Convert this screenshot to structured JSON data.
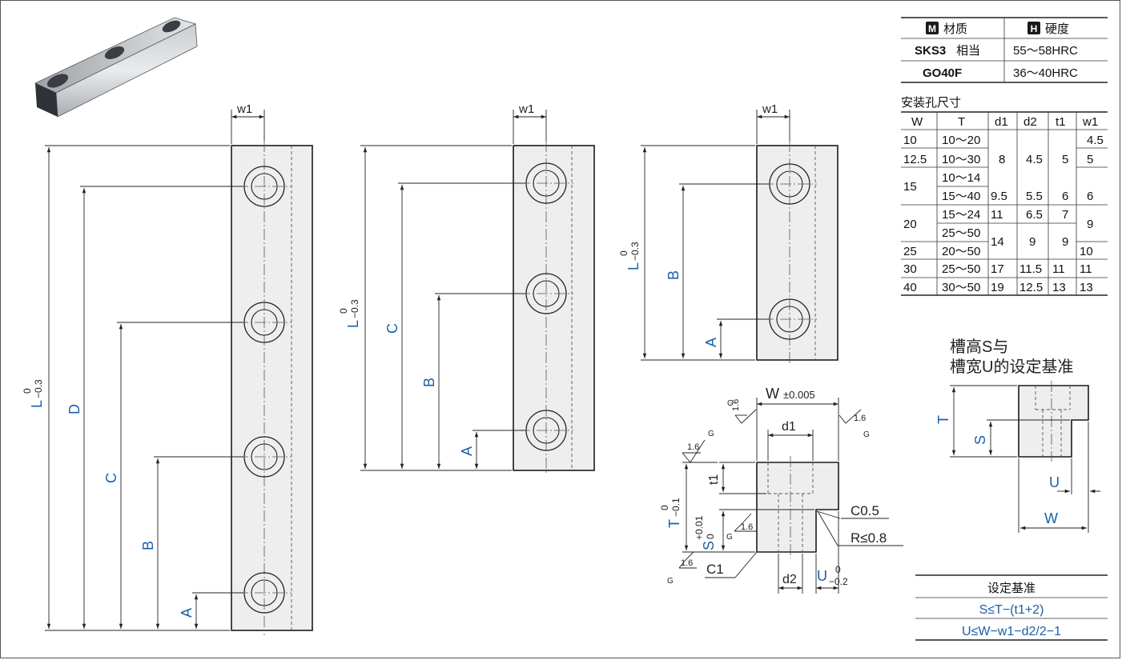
{
  "labels": {
    "w1": "w1",
    "L": "L",
    "tol_upper": "0",
    "tol_lower": "−0.3",
    "A": "A",
    "B": "B",
    "C": "C",
    "D": "D",
    "W_label": "W",
    "W_tol": "±0.005",
    "d1": "d1",
    "d2": "d2",
    "t1": "t1",
    "T": "T",
    "T_tol_upper": "0",
    "T_tol_lower": "−0.1",
    "S": "S",
    "S_tol_upper": "+0.01",
    "S_tol_lower": "0",
    "U": "U",
    "U_tol_upper": "0",
    "U_tol_lower": "−0.2",
    "C05": "C0.5",
    "R08": "R≤0.8",
    "C1": "C1",
    "G": "G",
    "roughness": "1.6"
  },
  "material_table": {
    "headers": [
      {
        "badge": "M",
        "text": "材质"
      },
      {
        "badge": "H",
        "text": "硬度"
      }
    ],
    "rows": [
      {
        "material_bold": "SKS3",
        "material_suffix": "相当",
        "hardness": "55～58HRC"
      },
      {
        "material_bold": "GO40F",
        "material_suffix": "",
        "hardness": "36～40HRC"
      }
    ]
  },
  "hole_table": {
    "title": "安装孔尺寸",
    "headers": [
      "W",
      "T",
      "d1",
      "d2",
      "t1",
      "w1"
    ],
    "W_values": [
      "10",
      "12.5",
      "15",
      "20",
      "25",
      "30",
      "40"
    ],
    "T_values": [
      "10～20",
      "10～30",
      "10～14",
      "15～40",
      "15～24",
      "25～50",
      "20～50",
      "25～50",
      "30～50"
    ],
    "d1_values": [
      "8",
      "9.5",
      "11",
      "14",
      "17",
      "19"
    ],
    "d2_values": [
      "4.5",
      "5.5",
      "6.5",
      "9",
      "11.5",
      "12.5"
    ],
    "t1_values": [
      "5",
      "6",
      "7",
      "9",
      "11",
      "13"
    ],
    "w1_values": [
      "4.5",
      "5",
      "6",
      "9",
      "10",
      "11",
      "13"
    ]
  },
  "slot_note": {
    "line1": "槽高S与",
    "line2": "槽宽U的设定基准",
    "T": "T",
    "S": "S",
    "U": "U",
    "W": "W"
  },
  "criteria_table": {
    "title": "设定基准",
    "rows": [
      "S≤T−(t1+2)",
      "U≤W−w1−d2/2−1"
    ]
  },
  "colors": {
    "accent_blue": "#1a5fa8",
    "part_fill": "#eeeeee",
    "line": "#222222"
  }
}
